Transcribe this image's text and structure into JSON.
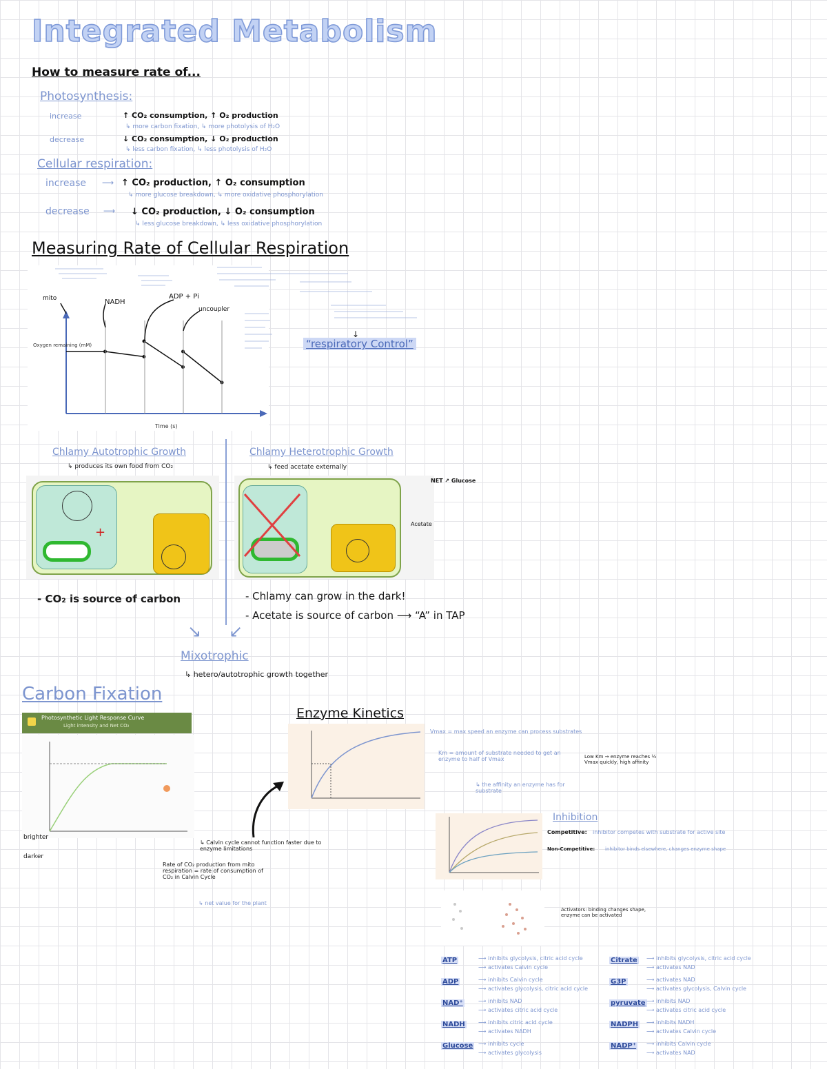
{
  "title": "Integrated Metabolism",
  "rate": {
    "heading": "How to measure rate of...",
    "photosynthesis": {
      "label": "Photosynthesis:",
      "increase_label": "increase",
      "increase_text": "↑ CO₂ consumption, ↑ O₂ production",
      "increase_note": "↳ more carbon fixation, ↳ more photolysis of H₂O",
      "decrease_label": "decrease",
      "decrease_text": "↓ CO₂ consumption, ↓ O₂ production",
      "decrease_note": "↳ less carbon fixation, ↳ less photolysis of H₂O"
    },
    "respiration": {
      "label": "Cellular respiration:",
      "increase_label": "increase",
      "increase_text": "↑ CO₂ production, ↑ O₂ consumption",
      "increase_note": "↳ more glucose breakdown, ↳ more oxidative phosphorylation",
      "decrease_label": "decrease",
      "decrease_text": "↓ CO₂ production, ↓ O₂ consumption",
      "decrease_note": "↳ less glucose breakdown, ↳ less oxidative phosphorylation"
    }
  },
  "resp_section": {
    "heading": "Measuring Rate of Cellular Respiration",
    "respiratory_control": "“respiratory Control”",
    "graph_x_label": "Time (s)",
    "graph_y_label": "Oxygen remaining (mM)",
    "labels": {
      "nadh": "NADH",
      "adp": "ADP + Pi",
      "uncoupler": "uncoupler",
      "mito": "mito"
    }
  },
  "chart_data": {
    "type": "line",
    "title": "",
    "xlabel": "Time (s)",
    "ylabel": "Oxygen remaining (mM)",
    "x": [
      0,
      1,
      2,
      2,
      3,
      3,
      4
    ],
    "series": [
      {
        "values": [
          0.6,
          0.6,
          0.55,
          0.7,
          0.45,
          0.6,
          0.3
        ]
      }
    ]
  },
  "chlamy": {
    "autotrophic_title": "Chlamy Autotrophic Growth",
    "autotrophic_sub": "↳ produces its own food from CO₂",
    "heterotrophic_title": "Chlamy Heterotrophic Growth",
    "heterotrophic_sub": "↳ feed acetate externally",
    "co2_source": "- CO₂ is source of carbon",
    "dark": "- Chlamy can grow in the dark!",
    "acetate": "- Acetate is source of carbon ⟶ “A” in TAP",
    "mixotrophic": "Mixotrophic",
    "mixo_note": "↳ hetero/autotrophic growth together",
    "net_glucose": "NET ↗ Glucose",
    "acetate_label": "Acetate"
  },
  "carbon": {
    "heading": "Carbon Fixation",
    "curve_title": "Photosynthetic Light Response Curve",
    "curve_sub": "Light intensity and Net CO₂",
    "brighter": "brighter",
    "darker": "darker",
    "calvin_note": "↳ Calvin cycle cannot function faster due to enzyme limitations",
    "rate_note": "Rate of CO₂ production from mito respiration = rate of consumption of CO₂ in Calvin Cycle",
    "rate_sub": "↳ net value for the plant"
  },
  "enzyme": {
    "heading": "Enzyme Kinetics",
    "vmax_note": "Vmax = max speed an enzyme can process substrates",
    "km_note": "Km = amount of substrate needed to get an enzyme to half of Vmax",
    "km_sub": "↳ the affinity an enzyme has for substrate",
    "km_brace": "Low Km → enzyme reaches ½ Vmax quickly, high affinity",
    "inhibition": "Inhibition",
    "competitive": "Competitive:",
    "competitive_text": "inhibitor competes with substrate for active site",
    "noncompetitive": "Non-Competitive:",
    "noncompetitive_text": "inhibitor binds elsewhere, changes enzyme shape",
    "activators": "Activators: binding changes shape, enzyme can be activated"
  },
  "regulators": {
    "left": [
      {
        "name": "ATP",
        "lines": [
          "inhibits glycolysis, citric acid cycle",
          "activates Calvin cycle"
        ]
      },
      {
        "name": "ADP",
        "lines": [
          "inhibits Calvin cycle",
          "activates glycolysis, citric acid cycle"
        ]
      },
      {
        "name": "NAD⁺",
        "lines": [
          "inhibits NAD",
          "activates citric acid cycle"
        ]
      },
      {
        "name": "NADH",
        "lines": [
          "inhibits citric acid cycle",
          "activates NADH"
        ]
      },
      {
        "name": "Glucose",
        "lines": [
          "inhibits cycle",
          "activates glycolysis"
        ]
      }
    ],
    "right": [
      {
        "name": "Citrate",
        "lines": [
          "inhibits glycolysis, citric acid cycle",
          "activates NAD"
        ]
      },
      {
        "name": "G3P",
        "lines": [
          "activates NAD",
          "activates glycolysis, Calvin cycle"
        ]
      },
      {
        "name": "pyruvate",
        "lines": [
          "inhibits NAD",
          "activates citric acid cycle"
        ]
      },
      {
        "name": "NADPH",
        "lines": [
          "inhibits NADH",
          "activates Calvin cycle"
        ]
      },
      {
        "name": "NADP⁺",
        "lines": [
          "inhibits Calvin cycle",
          "activates NAD"
        ]
      }
    ]
  }
}
